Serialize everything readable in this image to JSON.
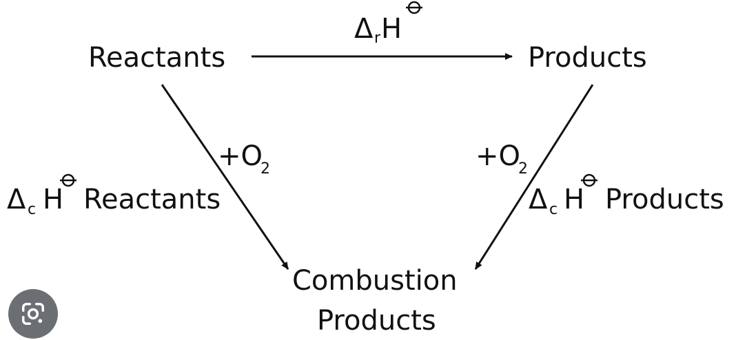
{
  "nodes": {
    "reactants": "Reactants",
    "products": "Products",
    "combustion_line1": "Combustion",
    "combustion_line2": "Products"
  },
  "edges": {
    "top_delta": "Δ",
    "top_sub": "r",
    "top_H": "H",
    "left_o2": "+O",
    "left_o2_sub": "2",
    "right_o2": "+O",
    "right_o2_sub": "2",
    "left_delta": "Δ",
    "left_sub": "c",
    "left_H": "H",
    "left_word": "Reactants",
    "right_delta": "Δ",
    "right_sub": "c",
    "right_H": "H",
    "right_word": "Products"
  },
  "colors": {
    "ink": "#111111",
    "background": "#ffffff",
    "lens_button": "#5f6368"
  },
  "icons": {
    "lens": "google-lens-icon",
    "standard_state": "plimsoll-standard-state-icon"
  }
}
